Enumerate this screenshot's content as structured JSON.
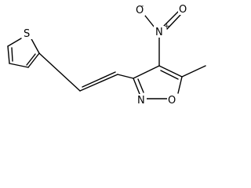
{
  "molecule": {
    "atom_labels": {
      "sulfur": "S",
      "nitro_nitrogen": "N",
      "nitro_oxygen_top": "O",
      "nitro_oxygen_left": "O",
      "ring_nitrogen": "N",
      "ring_oxygen": "O"
    },
    "charges": {
      "nitro_nitrogen": "+",
      "nitro_oxygen_left": "-"
    }
  }
}
